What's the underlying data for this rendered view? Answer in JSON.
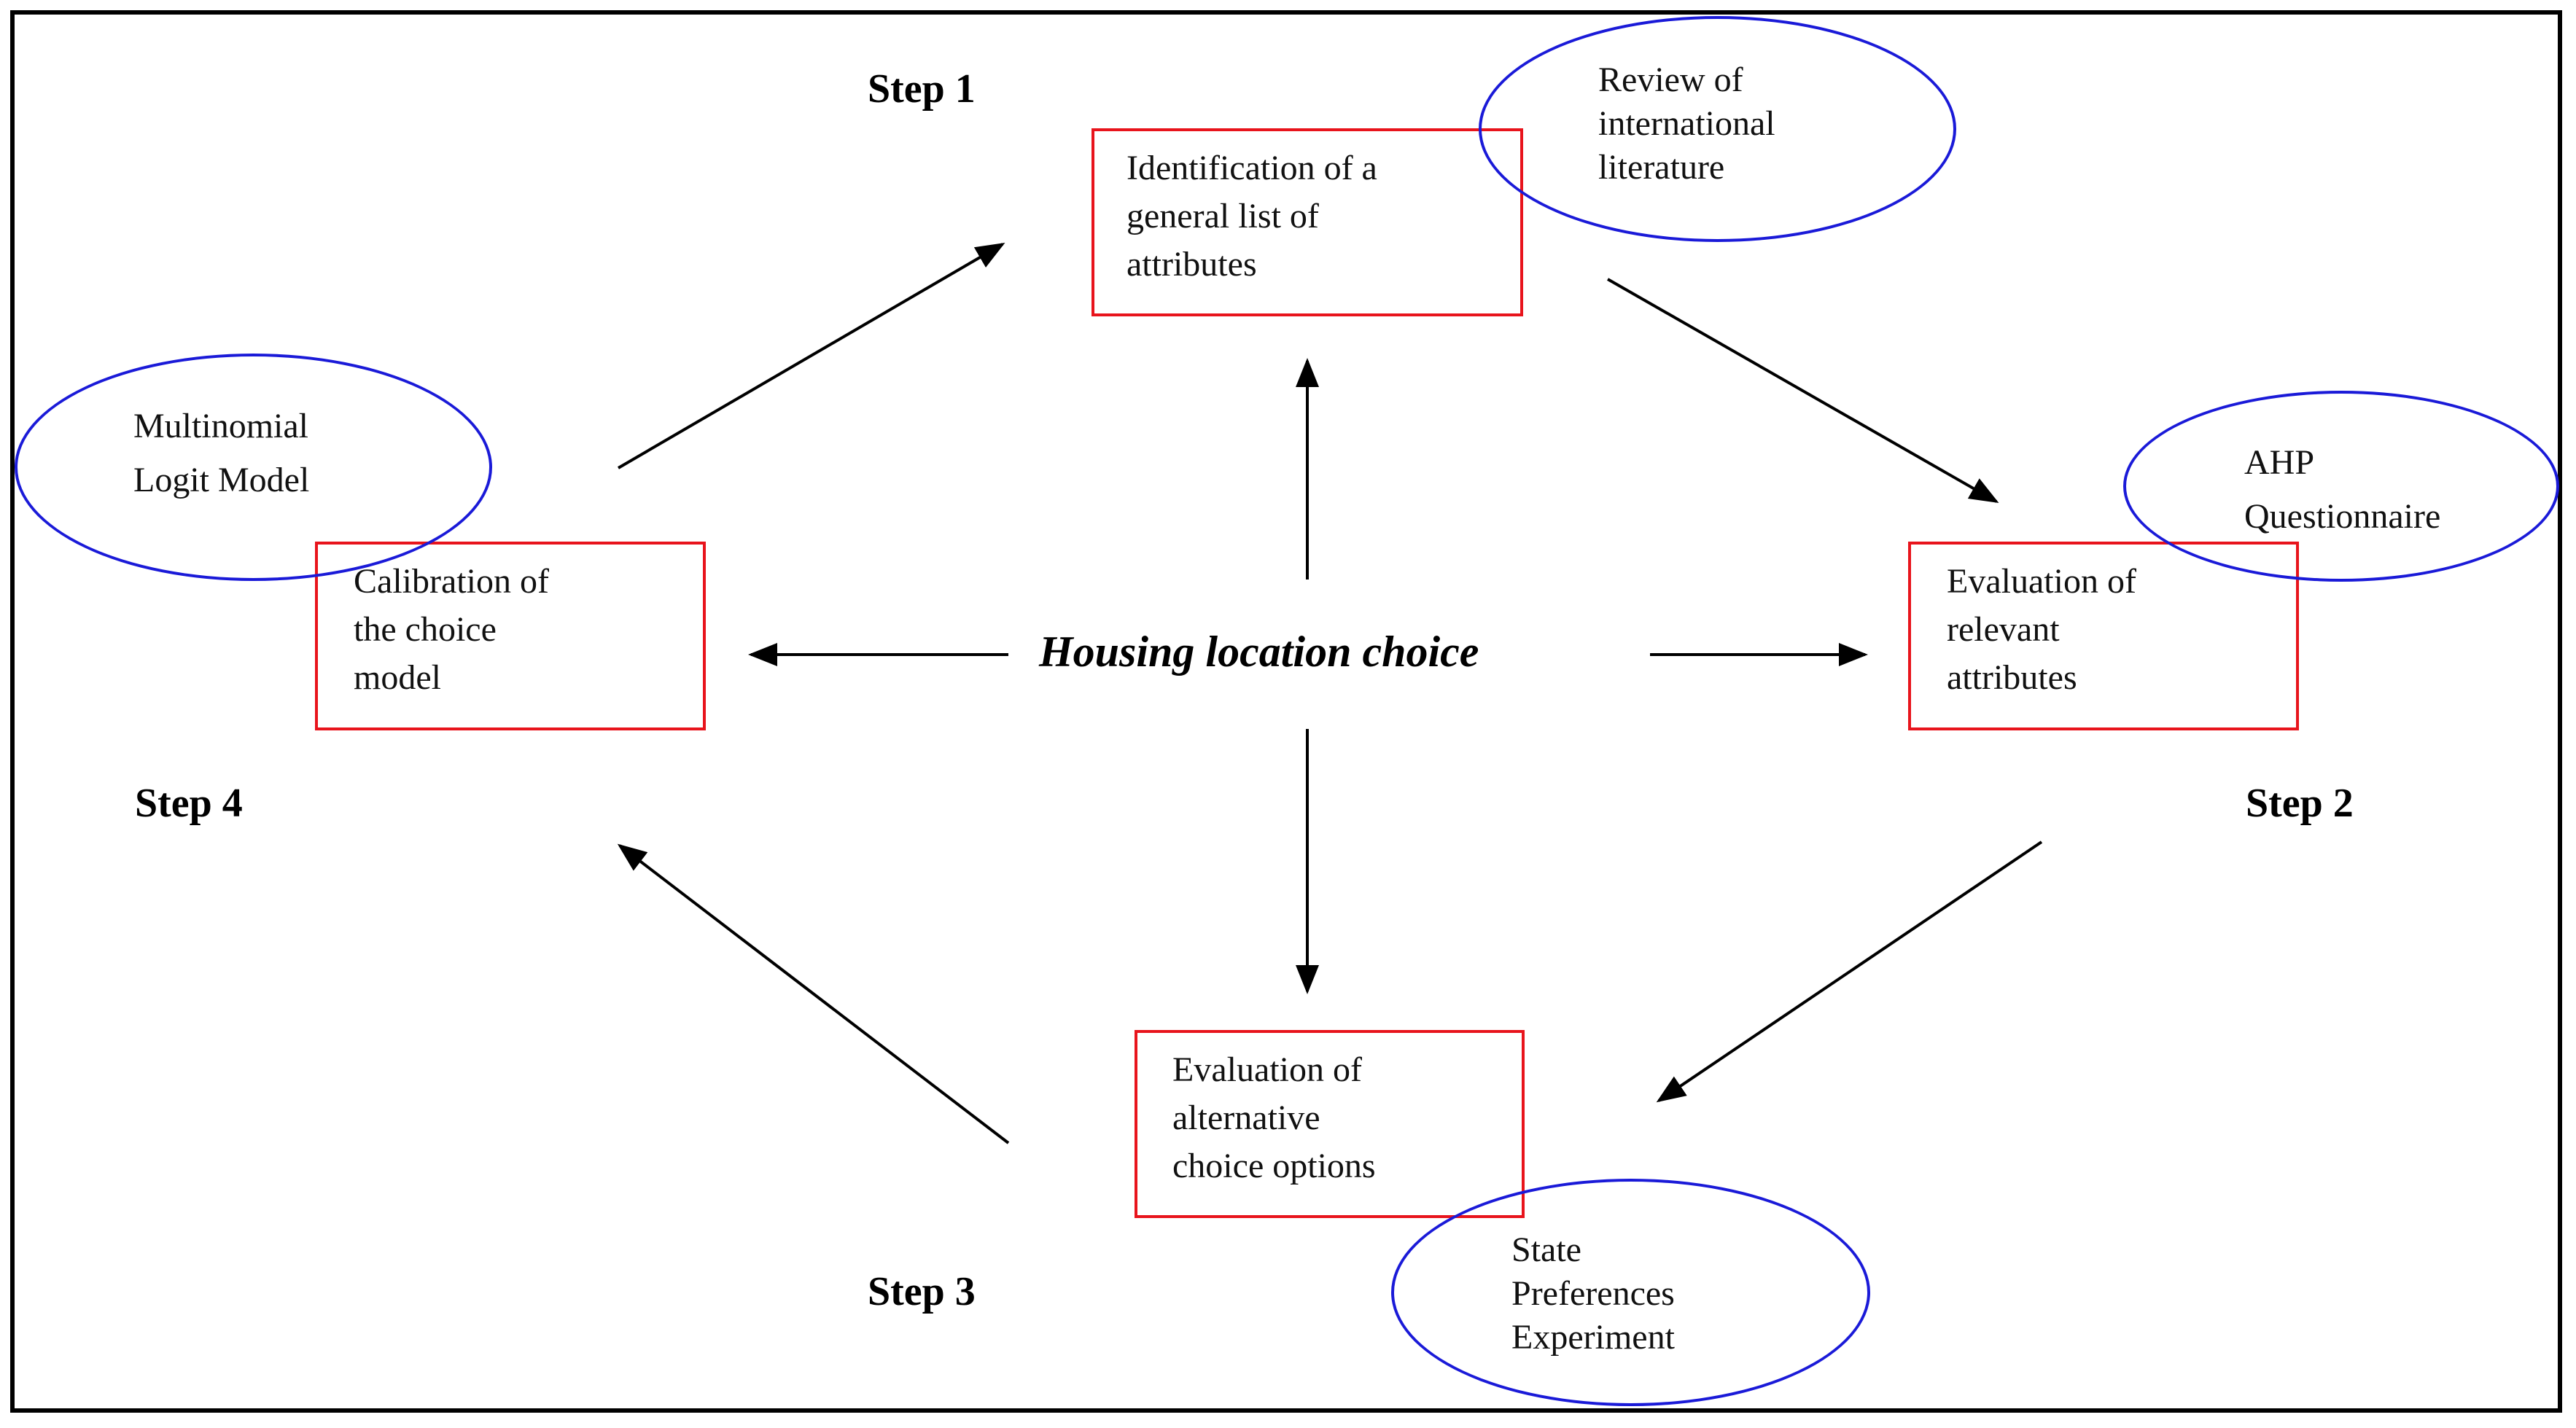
{
  "center_label": "Housing location choice",
  "steps": {
    "step1": "Step 1",
    "step2": "Step 2",
    "step3": "Step 3",
    "step4": "Step 4"
  },
  "boxes": {
    "identification": "Identification of a\ngeneral list of\nattributes",
    "evaluation_relevant": "Evaluation of\nrelevant\nattributes",
    "evaluation_alternative": "Evaluation of\nalternative\nchoice options",
    "calibration": "Calibration of\nthe choice\nmodel"
  },
  "ovals": {
    "review": "Review of\ninternational\nliterature",
    "ahp": "AHP\nQuestionnaire",
    "state_preferences": "State\nPreferences\nExperiment",
    "multinomial": "Multinomial\nLogit Model"
  },
  "colors": {
    "box_border": "#e8141c",
    "oval_border": "#1a1ad8",
    "arrow": "#000000"
  }
}
